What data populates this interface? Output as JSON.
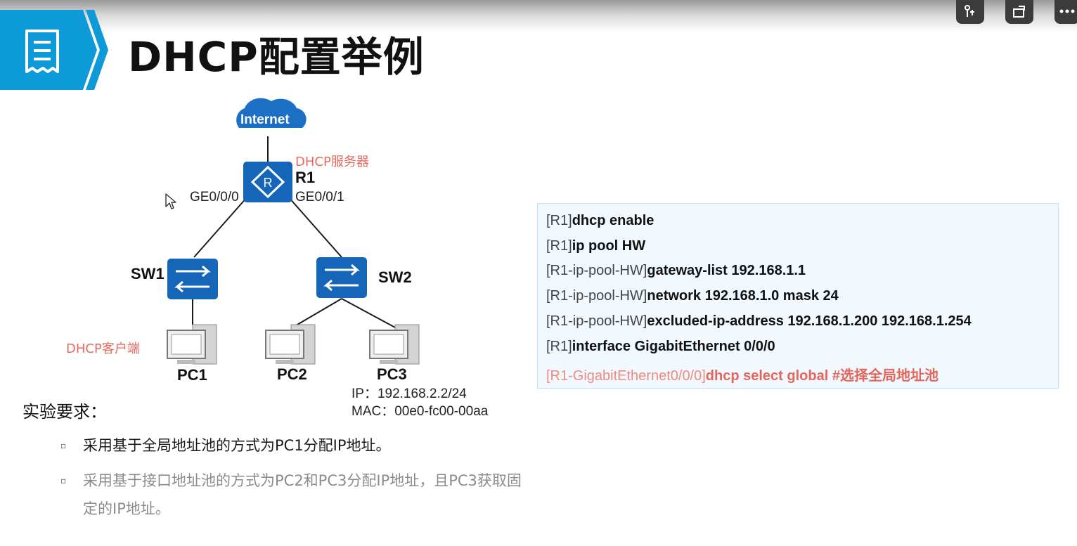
{
  "slide": {
    "title": "DHCP配置举例"
  },
  "player_controls": {
    "buttons": [
      {
        "icon": "touch-gesture-icon"
      },
      {
        "icon": "rotate-screen-icon"
      },
      {
        "icon": "more-icon"
      }
    ]
  },
  "topology": {
    "cloud_label": "Internet",
    "router_role": "DHCP服务器",
    "router_name": "R1",
    "router_port_left": "GE0/0/0",
    "router_port_right": "GE0/0/1",
    "switch1_name": "SW1",
    "switch2_name": "SW2",
    "client_role": "DHCP客户端",
    "pc1_name": "PC1",
    "pc2_name": "PC2",
    "pc3_name": "PC3",
    "pc3_ip": "IP：192.168.2.2/24",
    "pc3_mac": "MAC：00e0-fc00-00aa"
  },
  "requirements": {
    "heading": "实验要求：",
    "items": [
      {
        "text": "采用基于全局地址池的方式为PC1分配IP地址。",
        "color": "#1a1a1a"
      },
      {
        "text": "采用基于接口地址池的方式为PC2和PC3分配IP地址，且PC3获取固定的IP地址。",
        "color": "#8c8c8c"
      }
    ]
  },
  "config_commands": [
    {
      "prompt": "[R1]",
      "command": "dhcp enable"
    },
    {
      "prompt": "[R1]",
      "command": "ip pool  HW"
    },
    {
      "prompt": "[R1-ip-pool-HW]",
      "command": "gateway-list 192.168.1.1"
    },
    {
      "prompt": "[R1-ip-pool-HW]",
      "command": "network 192.168.1.0 mask 24"
    },
    {
      "prompt": "[R1-ip-pool-HW]",
      "command": "excluded-ip-address  192.168.1.200 192.168.1.254"
    },
    {
      "prompt": "[R1]",
      "command": "interface GigabitEthernet 0/0/0"
    },
    {
      "prompt": "[R1-GigabitEthernet0/0/0]",
      "command": "dhcp select global   #选择全局地址池"
    }
  ],
  "colors": {
    "accent_blue": "#0d8fd6",
    "device_blue": "#1565b8",
    "highlight_red": "#e4665a"
  }
}
